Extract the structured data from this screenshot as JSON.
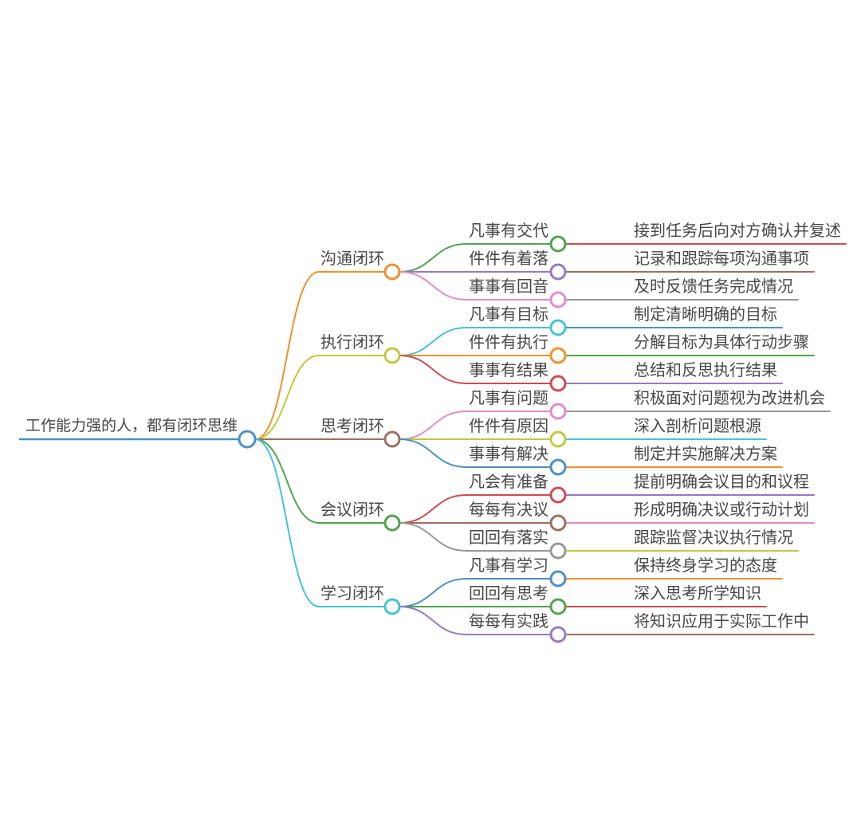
{
  "meta": {
    "background": "#ffffff",
    "text_color": "#474747",
    "palette": {
      "blue": "#4a90c6",
      "orange": "#f0912d",
      "green": "#4fa44f",
      "red": "#ce4b52",
      "purple": "#9579c8",
      "brown": "#9e6f64",
      "pink": "#e38dc3",
      "gray": "#979797",
      "olive": "#c2c83f",
      "cyan": "#46c2d5"
    }
  },
  "root": {
    "label": "工作能力强的人，都有闭环思维",
    "color": "#4a90c6"
  },
  "branches": [
    {
      "label": "沟通闭环",
      "color": "#f0912d",
      "children": [
        {
          "label": "凡事有交代",
          "color": "#4fa44f",
          "desc": "接到任务后向对方确认并复述",
          "desc_color": "#ce4b52"
        },
        {
          "label": "件件有着落",
          "color": "#9579c8",
          "desc": "记录和跟踪每项沟通事项",
          "desc_color": "#9e6f64"
        },
        {
          "label": "事事有回音",
          "color": "#e38dc3",
          "desc": "及时反馈任务完成情况",
          "desc_color": "#979797"
        }
      ]
    },
    {
      "label": "执行闭环",
      "color": "#c2c83f",
      "children": [
        {
          "label": "凡事有目标",
          "color": "#46c2d5",
          "desc": "制定清晰明确的目标",
          "desc_color": "#4a90c6"
        },
        {
          "label": "件件有执行",
          "color": "#f0912d",
          "desc": "分解目标为具体行动步骤",
          "desc_color": "#4fa44f"
        },
        {
          "label": "事事有结果",
          "color": "#ce4b52",
          "desc": "总结和反思执行结果",
          "desc_color": "#9579c8"
        }
      ]
    },
    {
      "label": "思考闭环",
      "color": "#9e6f64",
      "children": [
        {
          "label": "凡事有问题",
          "color": "#e38dc3",
          "desc": "积极面对问题视为改进机会",
          "desc_color": "#979797"
        },
        {
          "label": "件件有原因",
          "color": "#c2c83f",
          "desc": "深入剖析问题根源",
          "desc_color": "#46c2d5"
        },
        {
          "label": "事事有解决",
          "color": "#4a90c6",
          "desc": "制定并实施解决方案",
          "desc_color": "#f0912d"
        }
      ]
    },
    {
      "label": "会议闭环",
      "color": "#4fa44f",
      "children": [
        {
          "label": "凡会有准备",
          "color": "#ce4b52",
          "desc": "提前明确会议目的和议程",
          "desc_color": "#9579c8"
        },
        {
          "label": "每每有决议",
          "color": "#9e6f64",
          "desc": "形成明确决议或行动计划",
          "desc_color": "#e38dc3"
        },
        {
          "label": "回回有落实",
          "color": "#979797",
          "desc": "跟踪监督决议执行情况",
          "desc_color": "#c2c83f"
        }
      ]
    },
    {
      "label": "学习闭环",
      "color": "#46c2d5",
      "children": [
        {
          "label": "凡事有学习",
          "color": "#4a90c6",
          "desc": "保持终身学习的态度",
          "desc_color": "#f0912d"
        },
        {
          "label": "回回有思考",
          "color": "#4fa44f",
          "desc": "深入思考所学知识",
          "desc_color": "#ce4b52"
        },
        {
          "label": "每每有实践",
          "color": "#9579c8",
          "desc": "将知识应用于实际工作中",
          "desc_color": "#9e6f64"
        }
      ]
    }
  ]
}
